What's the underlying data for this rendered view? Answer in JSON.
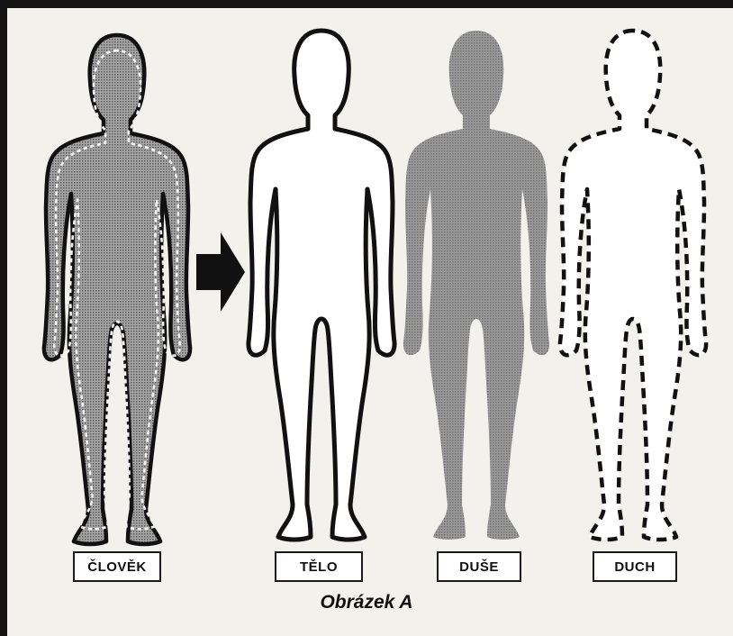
{
  "figures": [
    {
      "label": "ČLOVĚK"
    },
    {
      "label": "TĚLO"
    },
    {
      "label": "DUŠE"
    },
    {
      "label": "DUCH"
    }
  ],
  "caption": "Obrázek A",
  "colors": {
    "outline": "#111111",
    "shading": "#8a8a8a",
    "background": "#f3f1ec"
  },
  "icons": [
    "arrow-right-icon"
  ]
}
